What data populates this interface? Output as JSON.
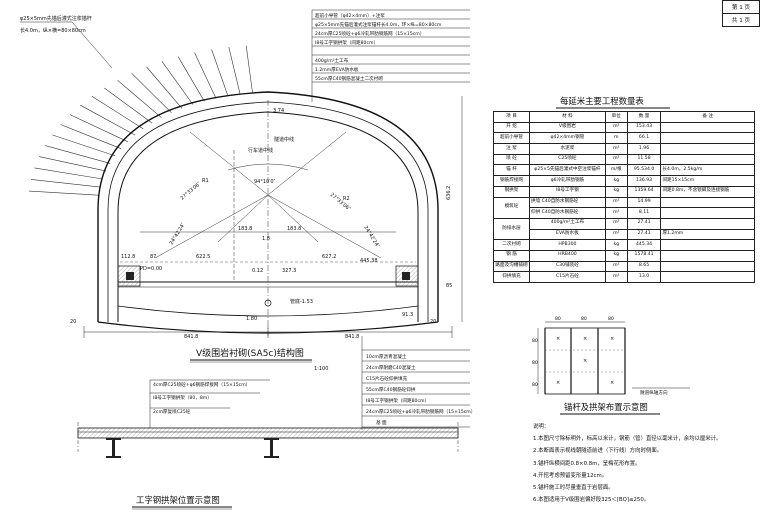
{
  "page_box": {
    "r1": "第 1 页",
    "r2": "共 1 页"
  },
  "top_left_note": [
    "φ25×5mm先锚后灌式注浆锚杆",
    "长4.0m，纵×横=80×80cm"
  ],
  "layer_callouts_top": [
    "超前小导管（φ42×4mm）+注浆",
    "φ25×5mm先锚后灌式注浆锚杆长4.0m，环×纵=80×80cm",
    "24cm厚C25喷砼+φ6冷轧带肋钢筋网（15×15cm）",
    "I8号工字钢拱架（间距80cm）",
    "400g/m²土工布",
    "1.2mm厚EVA防水板",
    "55cm厚C40钢筋混凝土二次衬砌"
  ],
  "section_labels": {
    "lane_center": "行车道中线",
    "tunnel_center": "隧道中线",
    "angle_top": "94°10′0″",
    "angle_left": "27°33′06″",
    "angle_right": "27°33′06″",
    "angle_lower_left": "24°42′24″",
    "angle_lower_right": "24°42′24″",
    "r1": "R1",
    "r2": "R2",
    "pd": "PD=0.00",
    "d1": "3.74",
    "d2": "1.8",
    "d3": "183.8",
    "d4": "183.8",
    "d5": "112.8",
    "d6": "87",
    "d7": "622.5",
    "d8": "627.2",
    "d9": "327.3",
    "d10": "445.38",
    "d11": "0.12",
    "d12": "1.80",
    "d13": "1.53",
    "pipe": "管底-1.53",
    "h_total": "636.2",
    "w_left": "841.8",
    "w_right": "841.8",
    "d_left": "20",
    "d_right": "20",
    "d14": "91.3",
    "d15": "85"
  },
  "main_title": "Ⅴ级围岩衬砌(SA5c)结构图",
  "main_scale": "1:100",
  "layer_callouts_bottom": [
    "10cm厚沥青混凝土",
    "24cm厚耐磨C40混凝土",
    "C15片石砼仰拱填充",
    "55cm厚C40钢筋砼仰拱",
    "I8号工字钢拱架（间距80cm）",
    "24cm厚C25喷砼+φ6冷轧带肋钢筋网（15×15cm）",
    "基 面"
  ],
  "arch_callouts": [
    "4cm厚C25喷砼+φ6钢筋焊接网（15×15cm）",
    "I8号工字钢拱架（80，8m）",
    "2cm厚复喷C25砼"
  ],
  "arch_title": "工字钢拱架位置示意图",
  "table_title": "每延米主要工程数量表",
  "table_header": [
    "项 目",
    "材 料",
    "单位",
    "数 量",
    "备 注"
  ],
  "table_rows": [
    [
      "开 挖",
      "Ⅴ级围岩",
      "m³",
      "153.43",
      ""
    ],
    [
      "超前小导管",
      "φ42×4mm钢管",
      "m",
      "66.1",
      ""
    ],
    [
      "注 浆",
      "水泥浆",
      "m³",
      "1.96",
      ""
    ],
    [
      "喷 砼",
      "C25喷砼",
      "m³",
      "11.58",
      ""
    ],
    [
      "锚 杆",
      "φ25×5先锚后灌式中空注浆锚杆",
      "m/根",
      "95.534.0",
      "长4.0m，2.5kg/m"
    ],
    [
      "钢筋焊接网",
      "φ6冷轧带肋钢筋",
      "kg",
      "136.93",
      "间距15×15cm"
    ],
    [
      "钢拱架",
      "I8号工字钢",
      "kg",
      "1359.64",
      "间距0.8m，不含锁脚及连接钢筋"
    ],
    [
      "衬砌",
      "C40自防水钢筋砼",
      "m³",
      "14.99",
      ""
    ],
    [
      "",
      "C40自防水钢筋砼",
      "m³",
      "8.11",
      ""
    ],
    [
      "防排水层",
      "400g/m²土工布",
      "m²",
      "27.41",
      ""
    ],
    [
      "",
      "EVA防水板",
      "m²",
      "27.41",
      "厚1.2mm"
    ],
    [
      "二次衬砌",
      "HPB300",
      "kg",
      "445.34",
      ""
    ],
    [
      "钢 筋",
      "HRB400",
      "kg",
      "1578.41",
      ""
    ],
    [
      "路面及沟槽铺砌",
      "C30铺装砼",
      "m³",
      "8.65",
      ""
    ],
    [
      "仰拱填充",
      "C15片石砼",
      "m³",
      "13.0",
      ""
    ]
  ],
  "table_sub": {
    "arch": "拱墙",
    "invert": "仰拱",
    "lining": "模筑砼"
  },
  "bolt_title": "锚杆及拱架布置示意图",
  "bolt_dims": [
    "80",
    "80",
    "80",
    "80",
    "80",
    "80"
  ],
  "bolt_note": "隧道纵轴方向",
  "notes_title": "说明：",
  "notes": [
    "1.本图尺寸除标明外，标高以米计，钢筋（管）直径以毫米计，余均以厘米计。",
    "2.本断面表示视线朝隧道前进（下行线）方向时侧面。",
    "3.锚杆纵横间距0.8×0.8m，呈梅花形布置。",
    "4.开挖考虑预留变形量12cm。",
    "5.锚杆施工时尽量垂直于岩层面。",
    "6.本图适用于Ⅴ级围岩偏好段325＜[BQ]≤250。"
  ]
}
